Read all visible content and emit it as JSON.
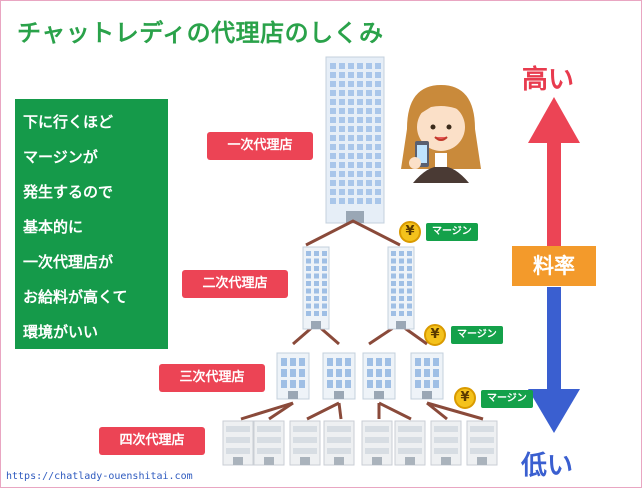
{
  "title": "チャットレディの代理店のしくみ",
  "note_lines": [
    "下に行くほど",
    "マージンが",
    "発生するので",
    "基本的に",
    "一次代理店が",
    "お給料が高くて",
    "環境がいい"
  ],
  "tiers": [
    "一次代理店",
    "二次代理店",
    "三次代理店",
    "四次代理店"
  ],
  "margin_label": "マージン",
  "yen_symbol": "¥",
  "scale": {
    "high": "高い",
    "rate": "料率",
    "low": "低い"
  },
  "url": "https://chatlady-ouenshitai.com",
  "colors": {
    "green": "#159a4a",
    "red": "#ec4455",
    "orange": "#f39a2b",
    "blue": "#3a5fd0",
    "brown": "#8a4a3a"
  }
}
